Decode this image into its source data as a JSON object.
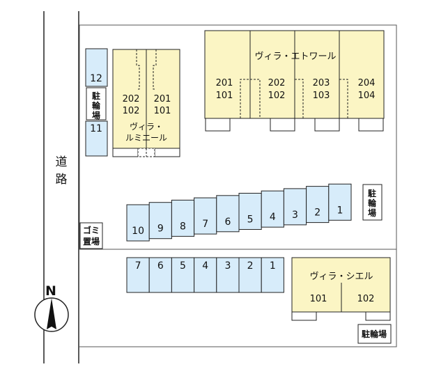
{
  "road_label": [
    "道",
    "路"
  ],
  "compass": {
    "label": "N"
  },
  "villa_lumiere": {
    "name_lines": [
      "ヴィラ・",
      "ルミエール"
    ],
    "upper_row": [
      "202",
      "201"
    ],
    "lower_row": [
      "102",
      "101"
    ]
  },
  "villa_etoile": {
    "name": "ヴィラ・エトワール",
    "upper_row": [
      "201",
      "202",
      "203",
      "204"
    ],
    "lower_row": [
      "101",
      "102",
      "103",
      "104"
    ]
  },
  "villa_ciel": {
    "name": "ヴィラ・シエル",
    "units": [
      "101",
      "102"
    ]
  },
  "parking_top_left": [
    "12",
    "11"
  ],
  "bike_parking_left": [
    "駐",
    "輪",
    "場"
  ],
  "bike_parking_right": [
    "駐",
    "輪",
    "場"
  ],
  "bike_parking_bottom": "駐輪場",
  "garbage": [
    "ゴミ",
    "置場"
  ],
  "parking_diagonal": [
    "10",
    "9",
    "8",
    "7",
    "6",
    "5",
    "4",
    "3",
    "2",
    "1"
  ],
  "parking_bottom": [
    "7",
    "6",
    "5",
    "4",
    "3",
    "2",
    "1"
  ],
  "colors": {
    "building": "#fbf5c4",
    "parking": "#d7ecfa",
    "stroke": "#222222"
  }
}
